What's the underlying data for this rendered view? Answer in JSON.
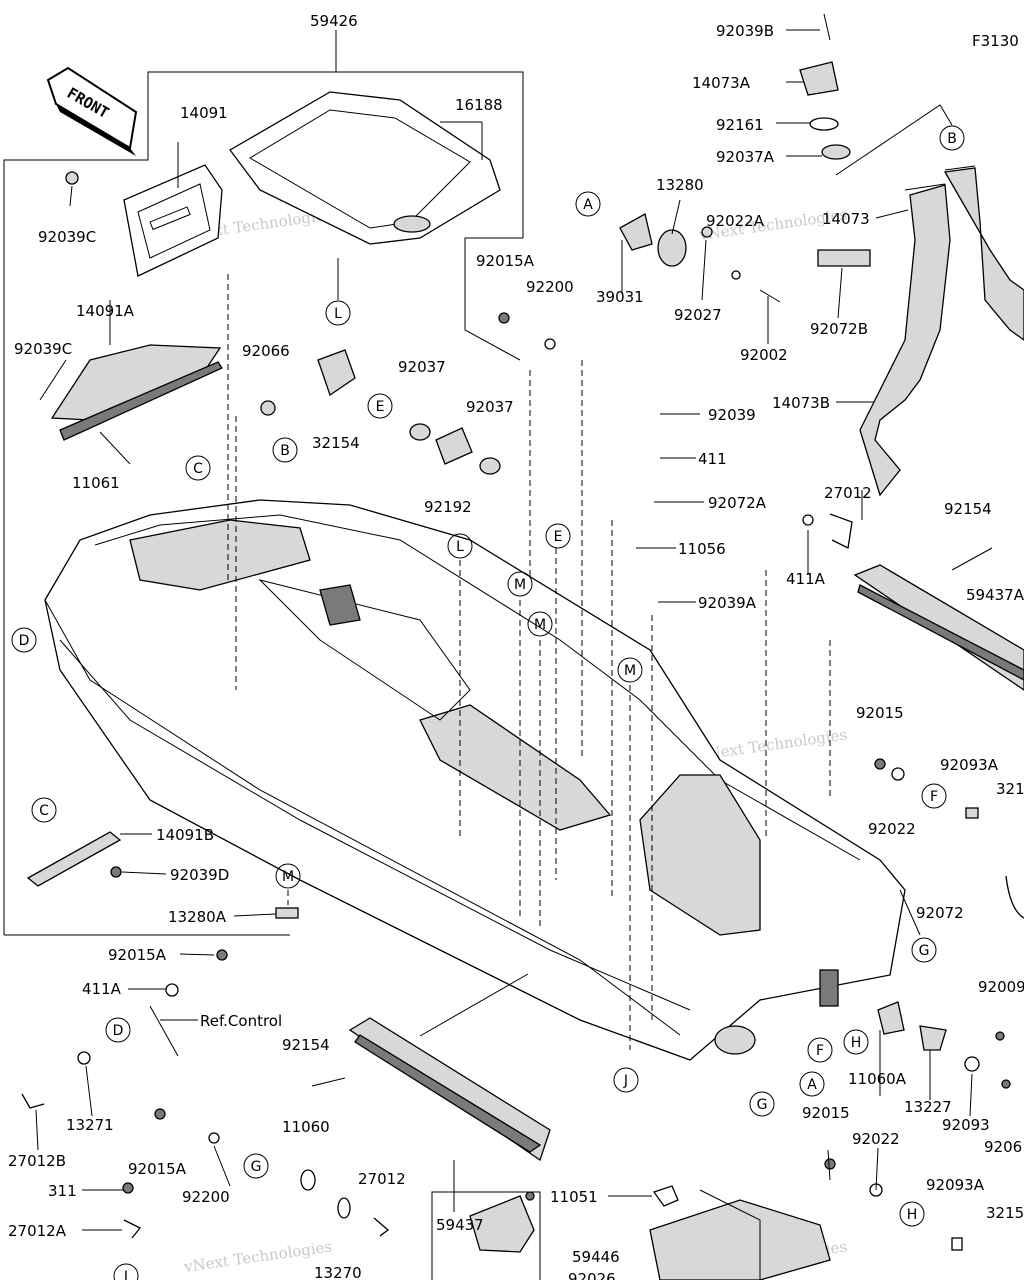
{
  "diagram_id": "F3130",
  "front_label": "FRONT",
  "watermark": "vNext Technologies",
  "callouts": [
    "A",
    "B",
    "C",
    "D",
    "E",
    "F",
    "G",
    "H",
    "J",
    "L",
    "M"
  ],
  "part_labels": [
    "59426",
    "16188",
    "14091",
    "92039C",
    "14091A",
    "92039C",
    "11061",
    "92066",
    "32154",
    "92037",
    "92037",
    "92192",
    "92015A",
    "92200",
    "39031",
    "13280",
    "92027",
    "92022A",
    "92002",
    "92072B",
    "92039B",
    "14073A",
    "92161",
    "92037A",
    "14073",
    "14073B",
    "92039",
    "411",
    "92072A",
    "11056",
    "92039A",
    "27012",
    "411A",
    "92154",
    "59437A",
    "92015",
    "92022",
    "92093A",
    "321",
    "92072",
    "14091B",
    "92039D",
    "13280A",
    "92015A",
    "411A",
    "Ref.Control",
    "27012B",
    "13271",
    "92154",
    "11060",
    "92015A",
    "92200",
    "27012",
    "311",
    "27012A",
    "13270",
    "59437",
    "11051",
    "59446",
    "11060A",
    "13227",
    "92093",
    "92009",
    "9206",
    "92015",
    "92022",
    "92093A",
    "3215",
    "92026"
  ]
}
